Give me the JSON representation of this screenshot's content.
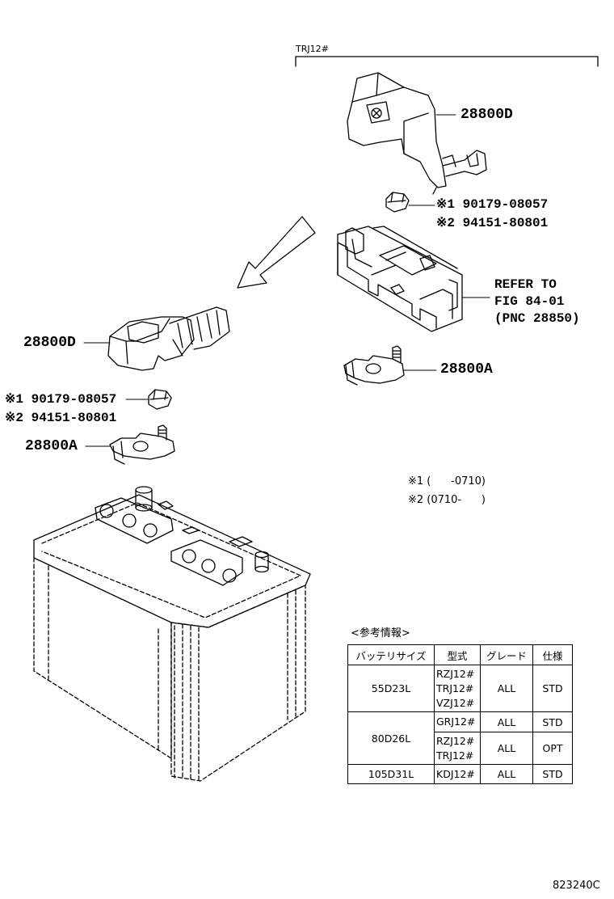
{
  "group_label": "TRJ12#",
  "parts": {
    "cover_upper": "28800D",
    "cover_lower": "28800D",
    "nut_upper_1": "※1 90179-08057",
    "nut_upper_2": "※2 94151-80801",
    "nut_lower_1": "※1 90179-08057",
    "nut_lower_2": "※2 94151-80801",
    "clamp_upper": "28800A",
    "clamp_lower": "28800A"
  },
  "refer": {
    "line1": "REFER TO",
    "line2": "FIG 84-01",
    "line3": "(PNC 28850)"
  },
  "notes": {
    "n1": "※1 (      -0710)",
    "n2": "※2 (0710-      )"
  },
  "table": {
    "title": "<参考情報>",
    "headers": [
      "バッテリサイズ",
      "型式",
      "グレード",
      "仕様"
    ],
    "rows": [
      {
        "size": "55D23L",
        "models": [
          "RZJ12#",
          "TRJ12#",
          "VZJ12#"
        ],
        "grade": "ALL",
        "spec": "STD"
      },
      {
        "size": "80D26L",
        "models": [
          "GRJ12#"
        ],
        "grade": "ALL",
        "spec": "STD"
      },
      {
        "size": "",
        "models": [
          "RZJ12#",
          "TRJ12#"
        ],
        "grade": "ALL",
        "spec": "OPT"
      },
      {
        "size": "105D31L",
        "models": [
          "KDJ12#"
        ],
        "grade": "ALL",
        "spec": "STD"
      }
    ]
  },
  "figure_code": "823240C"
}
